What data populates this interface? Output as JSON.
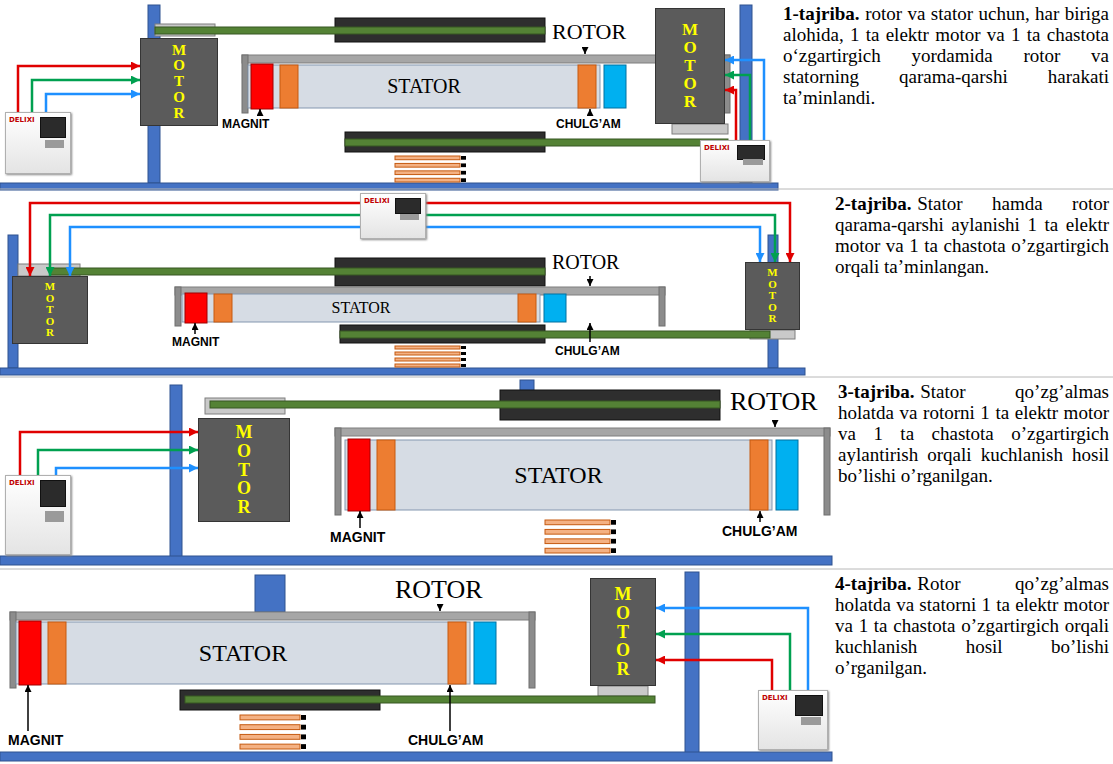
{
  "diagram": {
    "nodes": [
      {
        "text": [
          "DELIXI"
        ]
      },
      {
        "text": [
          "MOTOR"
        ]
      },
      {
        "text": [
          "STATOR"
        ]
      },
      {
        "text": [
          "MOTOR"
        ]
      },
      {
        "text": [
          "DELIXI"
        ]
      },
      {
        "text": [
          "DELIXI"
        ]
      },
      {
        "text": [
          "MOTOR"
        ]
      },
      {
        "text": [
          "STATOR"
        ]
      },
      {
        "text": [
          "MOTOR"
        ]
      },
      {
        "text": [
          "DELIXI"
        ]
      },
      {
        "text": [
          "MOTOR"
        ]
      },
      {
        "text": [
          "STATOR"
        ]
      },
      {
        "text": [
          "STATOR"
        ]
      },
      {
        "text": [
          "MOTOR"
        ]
      },
      {
        "text": [
          "DELIXI"
        ]
      }
    ],
    "edges": [
      {
        "from": 0,
        "to": 1,
        "arrow": "to"
      },
      {
        "from": 0,
        "to": 1,
        "arrow": "to"
      },
      {
        "from": 0,
        "to": 1,
        "arrow": "to"
      },
      {
        "from": 4,
        "to": 3,
        "arrow": "to"
      },
      {
        "from": 4,
        "to": 3,
        "arrow": "to"
      },
      {
        "from": 4,
        "to": 3,
        "arrow": "to"
      },
      {
        "from": 5,
        "to": 6,
        "arrow": "to"
      },
      {
        "from": 5,
        "to": 6,
        "arrow": "to"
      },
      {
        "from": 5,
        "to": 6,
        "arrow": "to"
      },
      {
        "from": 5,
        "to": 8,
        "arrow": "to"
      },
      {
        "from": 5,
        "to": 8,
        "arrow": "to"
      },
      {
        "from": 5,
        "to": 8,
        "arrow": "to"
      },
      {
        "from": 9,
        "to": 10,
        "arrow": "to"
      },
      {
        "from": 9,
        "to": 10,
        "arrow": "to"
      },
      {
        "from": 9,
        "to": 10,
        "arrow": "to"
      },
      {
        "from": 14,
        "to": 13,
        "arrow": "to"
      },
      {
        "from": 14,
        "to": 13,
        "arrow": "to"
      },
      {
        "from": 14,
        "to": 13,
        "arrow": "to"
      }
    ],
    "labels": [
      "ROTOR",
      "MAGNIT",
      "CHULG’AM",
      "1-tajriba.",
      "rotor va stator uchun, har biriga alohida, 1 ta elektr motor va 1 ta chastota o‘zgartirgich yordamida rotor va statorning qarama-qarshi harakati ta’minlandi.",
      "ROTOR",
      "MAGNIT",
      "CHULG’AM",
      "2-tajriba.",
      "Stator hamda rotor qarama-qarshi aylanishi 1 ta elektr motor va 1 ta chastota o’zgartirgich orqali ta’minlangan.",
      "ROTOR",
      "MAGNIT",
      "CHULG’AM",
      "3-tajriba.",
      "Stator qo’zg’almas holatda va rotorni 1 ta elektr motor va 1 ta chastota o’zgartirgich aylantirish orqali kuchlanish hosil bo’lishi o’rganilgan.",
      "ROTOR",
      "MAGNIT",
      "CHULG’AM",
      "4-tajriba.",
      "Rotor qo’zg’almas holatda va statorni 1 ta elektr motor va 1 ta chastota o’zgartirgich orqali kuchlanish hosil bo’lishi o’rganilgan."
    ]
  }
}
